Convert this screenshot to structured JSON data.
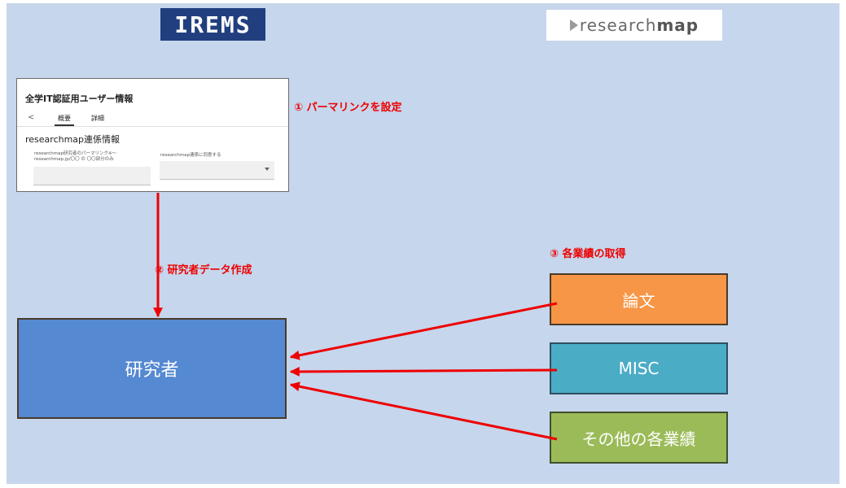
{
  "logos": {
    "left": "IREMS",
    "right_prefix": "research",
    "right_suffix": "map"
  },
  "card": {
    "title": "全学IT認証用ユーザー情報",
    "back_glyph": "<",
    "tabs": [
      "概要",
      "詳細"
    ],
    "active_tab": "概要",
    "section_title": "researchmap連係情報",
    "field1_label_line1": "researchmap研究者のパーマリンク※〜",
    "field1_label_line2": "researchmap.jp/〇〇 の 〇〇部分のみ",
    "field1_value": "",
    "field2_label": "researchmap連係に同意する",
    "field2_value": ""
  },
  "notes": {
    "step1": "① パーマリンクを設定",
    "step2": "② 研究者データ作成",
    "step3": "③ 各業績の取得"
  },
  "boxes": {
    "researcher": "研究者",
    "papers": "論文",
    "misc": "MISC",
    "other": "その他の各業績"
  },
  "colors": {
    "canvas": "#c6d6ec",
    "arrow": "#ee0000",
    "researcher": "#5589d2",
    "papers": "#f79646",
    "misc": "#4bacc6",
    "other": "#9bbb59",
    "logo_left_bg": "#213f7f"
  }
}
